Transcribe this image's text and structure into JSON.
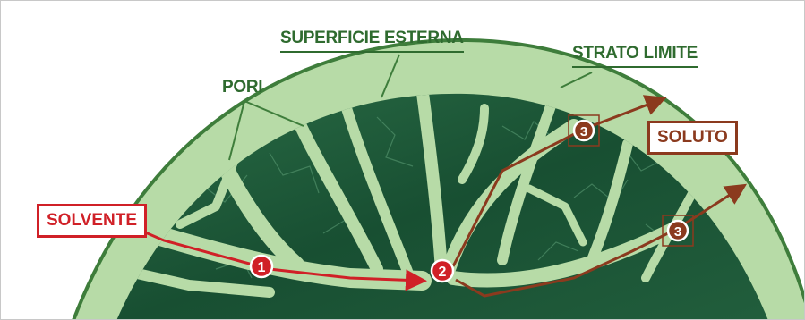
{
  "labels": {
    "surface": "SUPERFICIE ESTERNA",
    "boundary": "STRATO LIMITE",
    "pores": "PORI",
    "solvent": "SOLVENTE",
    "solute": "SOLUTO"
  },
  "steps": {
    "one": "1",
    "two": "2",
    "three_upper": "3",
    "three_lower": "3"
  },
  "colors": {
    "boundary_layer": "#b7dba7",
    "boundary_outline": "#3e7d3b",
    "particle_core": "#1f5a38",
    "label_green": "#2f6b2f",
    "solvent_red": "#d02027",
    "solute_brown": "#8b3a1e"
  }
}
